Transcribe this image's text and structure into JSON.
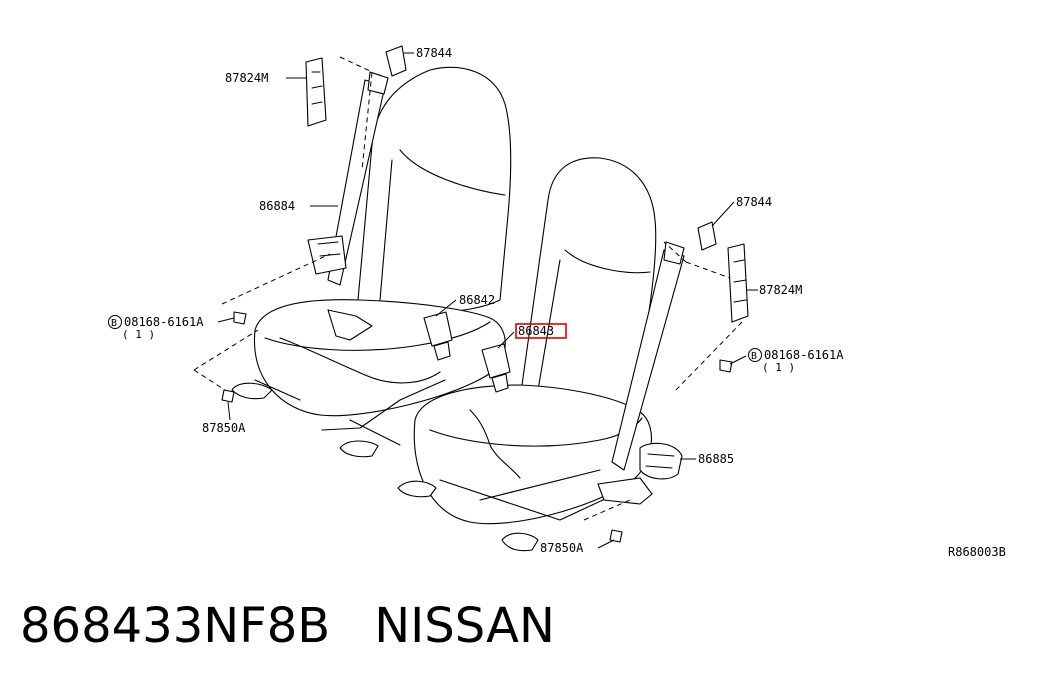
{
  "diagram": {
    "callouts": {
      "p87844_left": "87844",
      "p87824m_left": "87824M",
      "p86884": "86884",
      "p86842": "86842",
      "p86843": "86843",
      "bolt_left": "08168-6161A",
      "bolt_left_qty": "( 1 )",
      "p87850a_left": "87850A",
      "p87844_right": "87844",
      "p87824m_right": "87824M",
      "bolt_right": "08168-6161A",
      "bolt_right_qty": "( 1 )",
      "p86885": "86885",
      "p87850a_right": "87850A",
      "bolt_symbol": "B"
    },
    "ref_code": "R868003B",
    "highlight_color": "#e00000"
  },
  "caption": {
    "part_number": "868433NF8B",
    "brand": "NISSAN"
  }
}
